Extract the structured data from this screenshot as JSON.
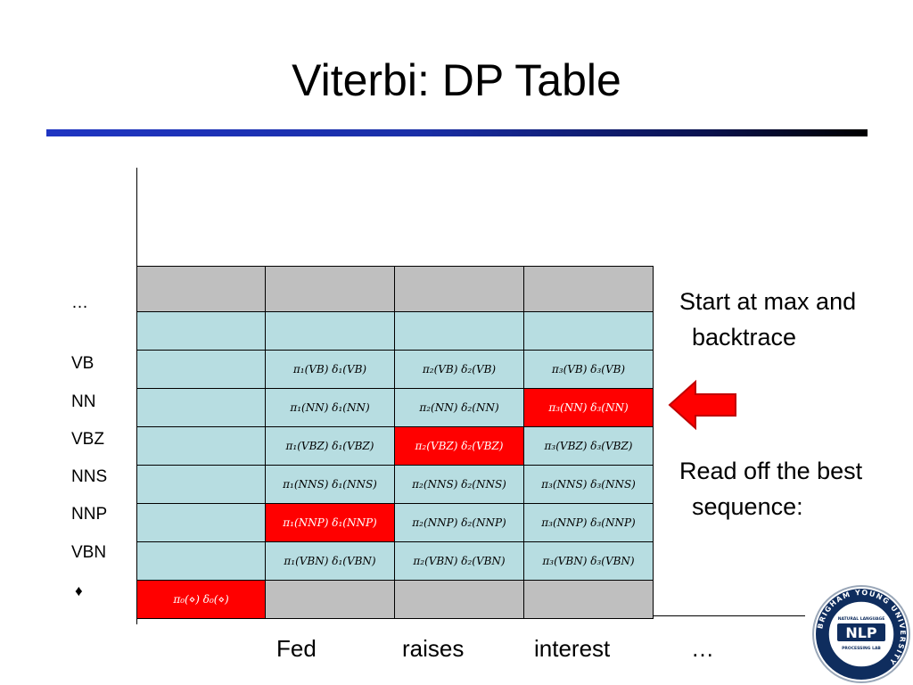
{
  "slide": {
    "title": "Viterbi: DP Table",
    "tags": [
      "…",
      "VB",
      "NN",
      "VBZ",
      "NNS",
      "NNP",
      "VBN",
      "♦"
    ],
    "words": [
      "Fed",
      "raises",
      "interest",
      "…"
    ],
    "notes": {
      "note1_line1": "Start at max and",
      "note1_line2": "backtrace",
      "note2_line1": "Read off the best",
      "note2_line2": "sequence:"
    },
    "table": {
      "rows": [
        [
          "",
          "",
          "",
          ""
        ],
        [
          "",
          "",
          "",
          ""
        ],
        [
          "",
          "π₁(VB)  δ₁(VB)",
          "π₂(VB)  δ₂(VB)",
          "π₃(VB)  δ₃(VB)"
        ],
        [
          "",
          "π₁(NN)  δ₁(NN)",
          "π₂(NN)  δ₂(NN)",
          "π₃(NN)  δ₃(NN)"
        ],
        [
          "",
          "π₁(VBZ)  δ₁(VBZ)",
          "π₂(VBZ)  δ₂(VBZ)",
          "π₃(VBZ)  δ₃(VBZ)"
        ],
        [
          "",
          "π₁(NNS)  δ₁(NNS)",
          "π₂(NNS)  δ₂(NNS)",
          "π₃(NNS)  δ₃(NNS)"
        ],
        [
          "",
          "π₁(NNP)  δ₁(NNP)",
          "π₂(NNP)  δ₂(NNP)",
          "π₃(NNP)  δ₃(NNP)"
        ],
        [
          "",
          "π₁(VBN)  δ₁(VBN)",
          "π₂(VBN)  δ₂(VBN)",
          "π₃(VBN)  δ₃(VBN)"
        ],
        [
          "π₀(⋄)  δ₀(⋄)",
          "",
          "",
          ""
        ]
      ],
      "fills": [
        [
          "gray",
          "gray",
          "gray",
          "gray"
        ],
        [
          "teal",
          "teal",
          "teal",
          "teal"
        ],
        [
          "teal",
          "teal",
          "teal",
          "teal"
        ],
        [
          "teal",
          "teal",
          "teal",
          "red"
        ],
        [
          "teal",
          "teal",
          "red",
          "teal"
        ],
        [
          "teal",
          "teal",
          "teal",
          "teal"
        ],
        [
          "teal",
          "red",
          "teal",
          "teal"
        ],
        [
          "teal",
          "teal",
          "teal",
          "teal"
        ],
        [
          "red",
          "gray",
          "gray",
          "gray"
        ]
      ]
    },
    "colors": {
      "teal": "#b7dde1",
      "gray": "#bfbfbf",
      "red": "#ff0000",
      "title_bar": "#1f35c2"
    },
    "logo": {
      "ring_text": "BRIGHAM YOUNG UNIVERSITY",
      "natural_language": "NATURAL LANGUAGE",
      "nlp": "NLP",
      "processing_lab": "PROCESSING LAB"
    }
  }
}
